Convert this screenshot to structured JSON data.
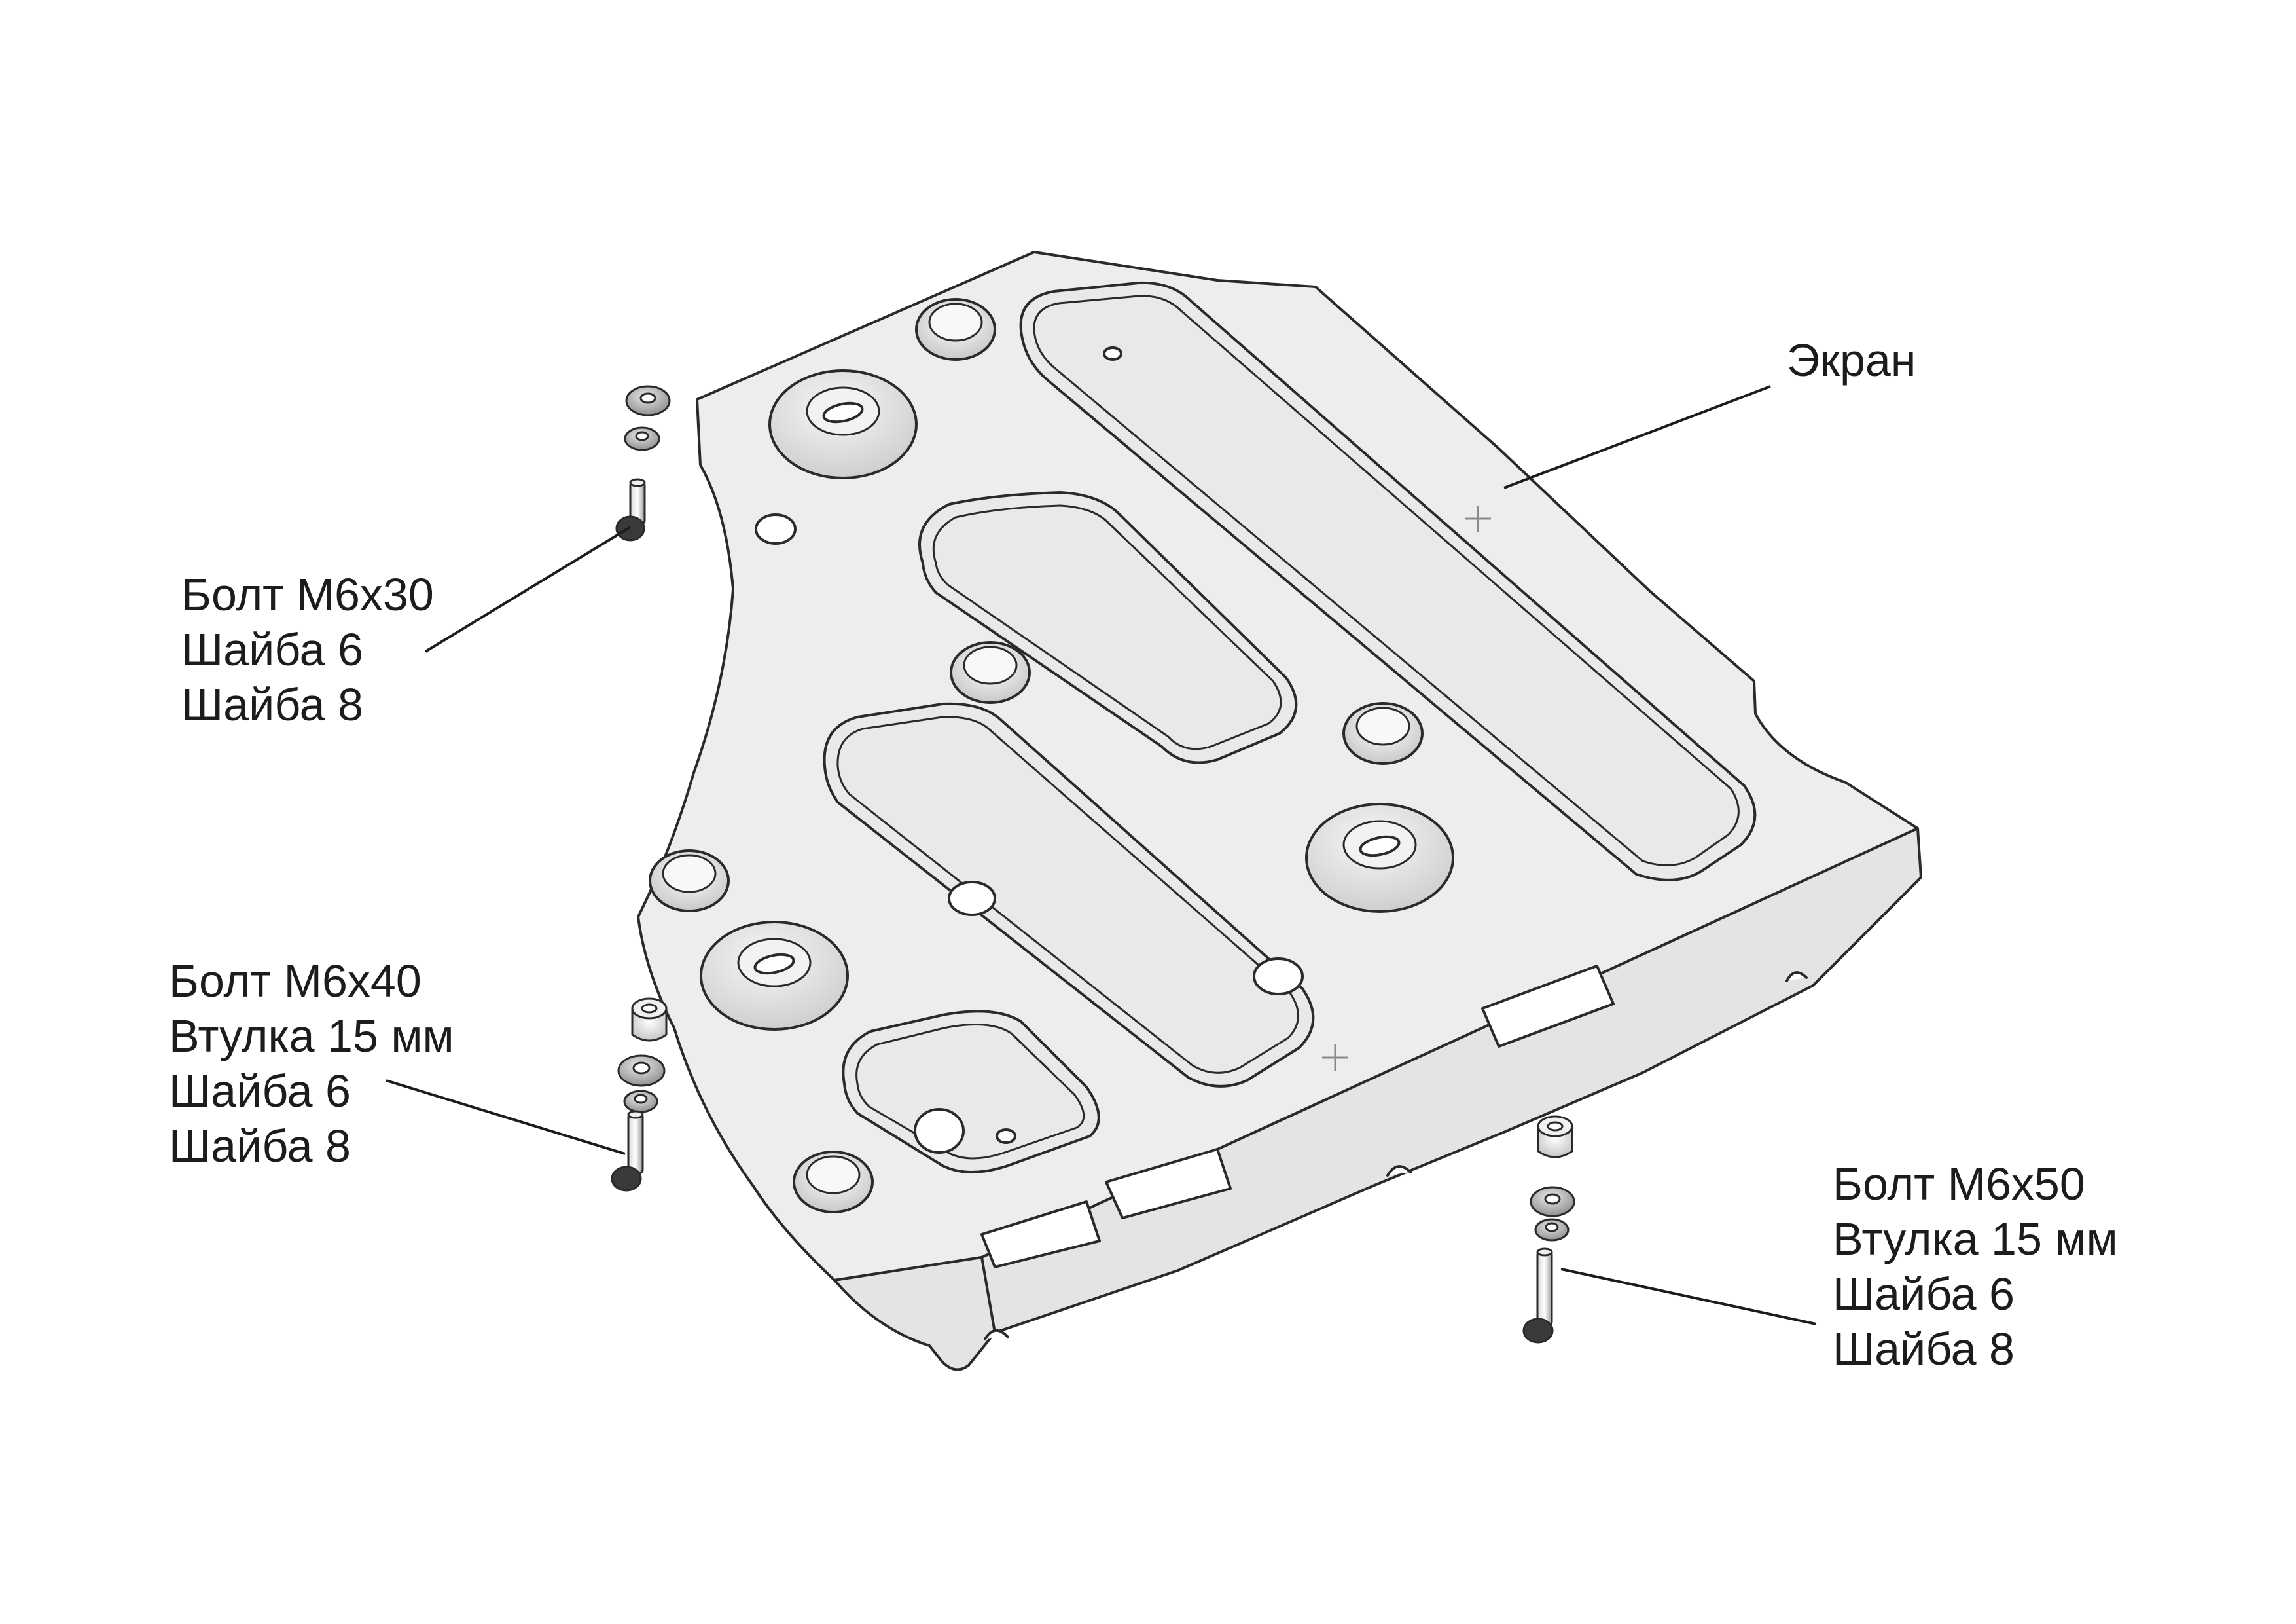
{
  "labels": {
    "screen": {
      "lines": [
        "Экран"
      ]
    },
    "m6x30": {
      "lines": [
        "Болт М6х30",
        "Шайба 6",
        "Шайба 8"
      ]
    },
    "m6x40": {
      "lines": [
        "Болт М6х40",
        "Втулка 15 мм",
        "Шайба 6",
        "Шайба 8"
      ]
    },
    "m6x50": {
      "lines": [
        "Болт М6х50",
        "Втулка 15 мм",
        "Шайба 6",
        "Шайба 8"
      ]
    }
  },
  "colors": {
    "plate_fill": "#ededed",
    "plate_front": "#e4e4e4",
    "outline": "#2a2a2a",
    "recess": "#e9e9e9",
    "hardware_dark": "#3a3a3a",
    "text": "#1c1c1c"
  }
}
